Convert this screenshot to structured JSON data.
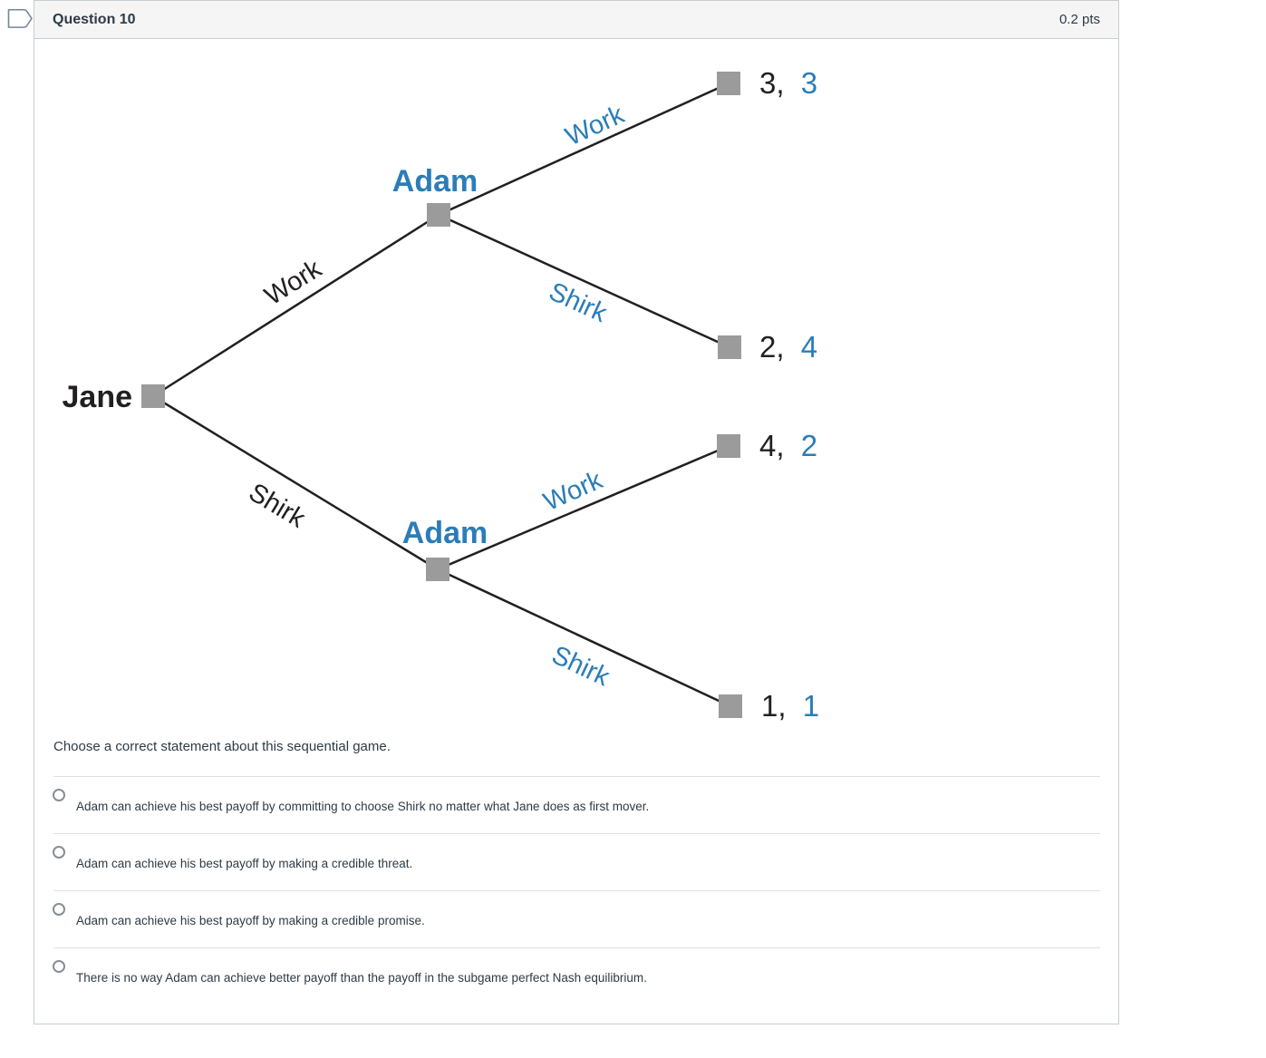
{
  "header": {
    "title": "Question 10",
    "points": "0.2 pts"
  },
  "tree": {
    "players": {
      "root": "Jane",
      "top_node": "Adam",
      "bottom_node": "Adam"
    },
    "branches": {
      "jane_work": "Work",
      "jane_shirk": "Shirk",
      "adam_top_work": "Work",
      "adam_top_shirk": "Shirk",
      "adam_bottom_work": "Work",
      "adam_bottom_shirk": "Shirk"
    },
    "payoffs": {
      "work_work": {
        "first": "3,",
        "second": "3"
      },
      "work_shirk": {
        "first": "2,",
        "second": "4"
      },
      "shirk_work": {
        "first": "4,",
        "second": "2"
      },
      "shirk_shirk": {
        "first": "1,",
        "second": "1"
      }
    },
    "colors": {
      "blue": "#2b7db8",
      "node_gray": "#9b9b9b",
      "line": "#231f20",
      "black_text": "#231f20"
    }
  },
  "question": {
    "prompt": "Choose a correct statement about this sequential game."
  },
  "options": [
    {
      "label": "Adam can achieve his best payoff by committing to choose Shirk no matter what Jane does as first mover."
    },
    {
      "label": "Adam can achieve his best payoff by making a credible threat."
    },
    {
      "label": "Adam can achieve his best payoff by making a credible promise."
    },
    {
      "label": "There is no way Adam can achieve better payoff than the payoff in the subgame perfect Nash equilibrium."
    }
  ]
}
